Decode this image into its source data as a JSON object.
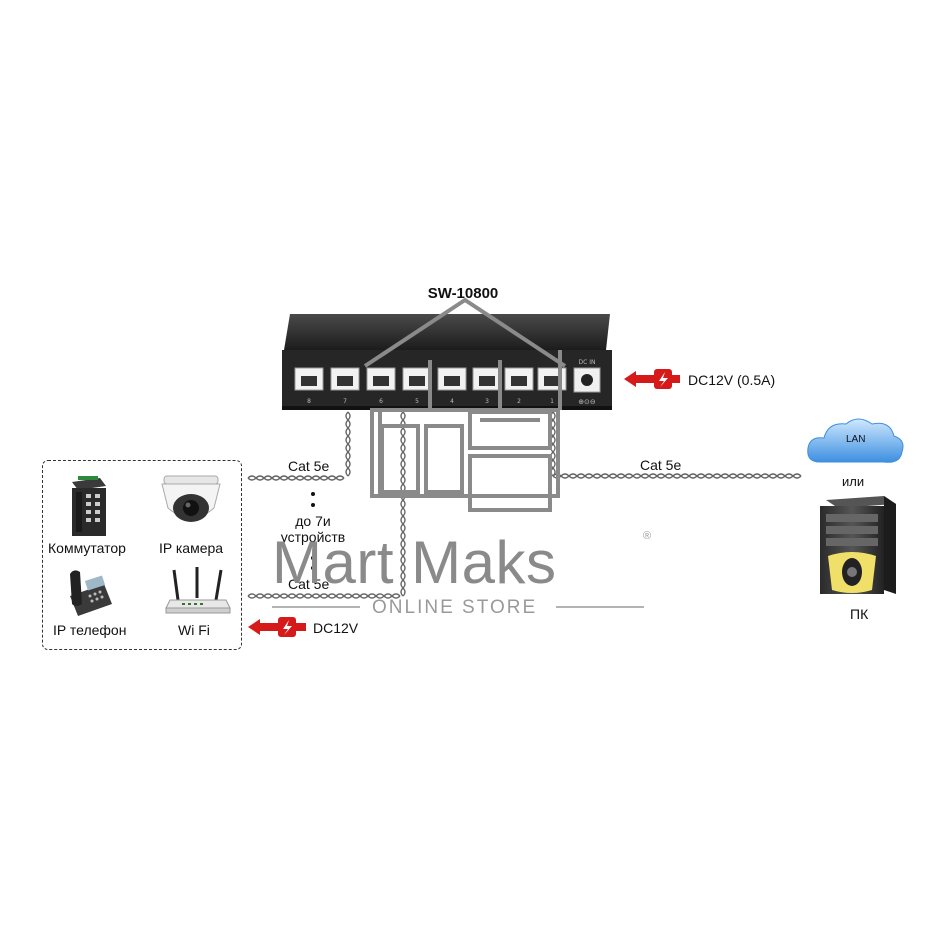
{
  "title": "SW-10800",
  "power_main": "DC12V (0.5A)",
  "power_device": "DC12V",
  "cable_left_top": "Cat 5e",
  "cable_left_bottom": "Cat 5e",
  "cable_right": "Cat 5e",
  "devices_note": "до 7и устройств",
  "devices_note_line1": "до 7и",
  "devices_note_line2": "устройств",
  "devices": {
    "switch": "Коммутатор",
    "camera": "IP камера",
    "phone": "IP телефон",
    "wifi": "Wi Fi"
  },
  "lan_label": "LAN",
  "or_label": "или",
  "pc_label": "ПК",
  "port_dc_label": "DC IN",
  "port_numbers": [
    "8",
    "7",
    "6",
    "5",
    "4",
    "3",
    "2",
    "1"
  ],
  "watermark": {
    "brand": "Mart Maks",
    "registered": "®",
    "tagline": "ONLINE STORE"
  },
  "colors": {
    "arrow_red": "#d61a1a",
    "switch_body": "#2a2a2a",
    "watermark_gray": "#8a8a8a"
  }
}
